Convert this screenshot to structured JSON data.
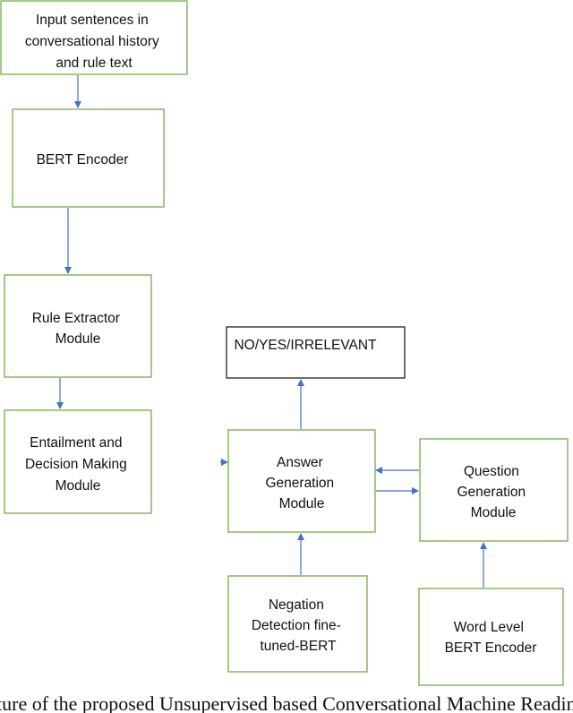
{
  "nodes": {
    "input": {
      "lines": [
        "Input sentences in",
        "conversational history",
        "and rule text"
      ]
    },
    "bert_encoder": {
      "lines": [
        "BERT Encoder"
      ]
    },
    "rule_extractor": {
      "lines": [
        "Rule Extractor",
        "Module"
      ]
    },
    "entailment": {
      "lines": [
        "Entailment and",
        "Decision Making",
        "Module"
      ]
    },
    "output": {
      "lines": [
        "NO/YES/IRRELEVANT"
      ]
    },
    "answer_gen": {
      "lines": [
        "Answer",
        "Generation",
        "Module"
      ]
    },
    "question_gen": {
      "lines": [
        "Question",
        "Generation",
        "Module"
      ]
    },
    "negation": {
      "lines": [
        "Negation",
        "Detection fine-",
        "tuned-BERT"
      ]
    },
    "word_bert": {
      "lines": [
        "Word Level",
        "BERT Encoder"
      ]
    }
  },
  "caption": "ture of the proposed Unsupervised based Conversational Machine Reading",
  "colors": {
    "box_border": "#70ad47",
    "output_border": "#222222",
    "arrow": "#4472c4"
  }
}
